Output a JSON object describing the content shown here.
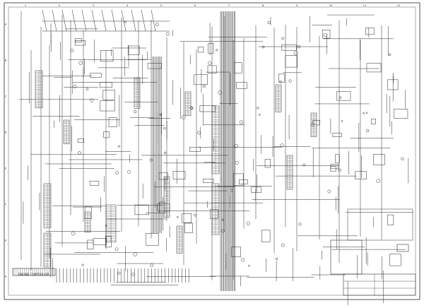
{
  "sheet": {
    "caption": "",
    "col_labels": [
      "1",
      "2",
      "3",
      "4",
      "5",
      "6",
      "7",
      "8",
      "9",
      "10",
      "11",
      "12"
    ],
    "row_labels": [
      "A",
      "B",
      "C",
      "D",
      "E",
      "F",
      "G",
      "H"
    ],
    "block_label_engine": "ENGINE CONTROLLER"
  },
  "colors": {
    "ink": "#2a2a2a",
    "paper": "#ffffff",
    "frame": "#555555"
  }
}
